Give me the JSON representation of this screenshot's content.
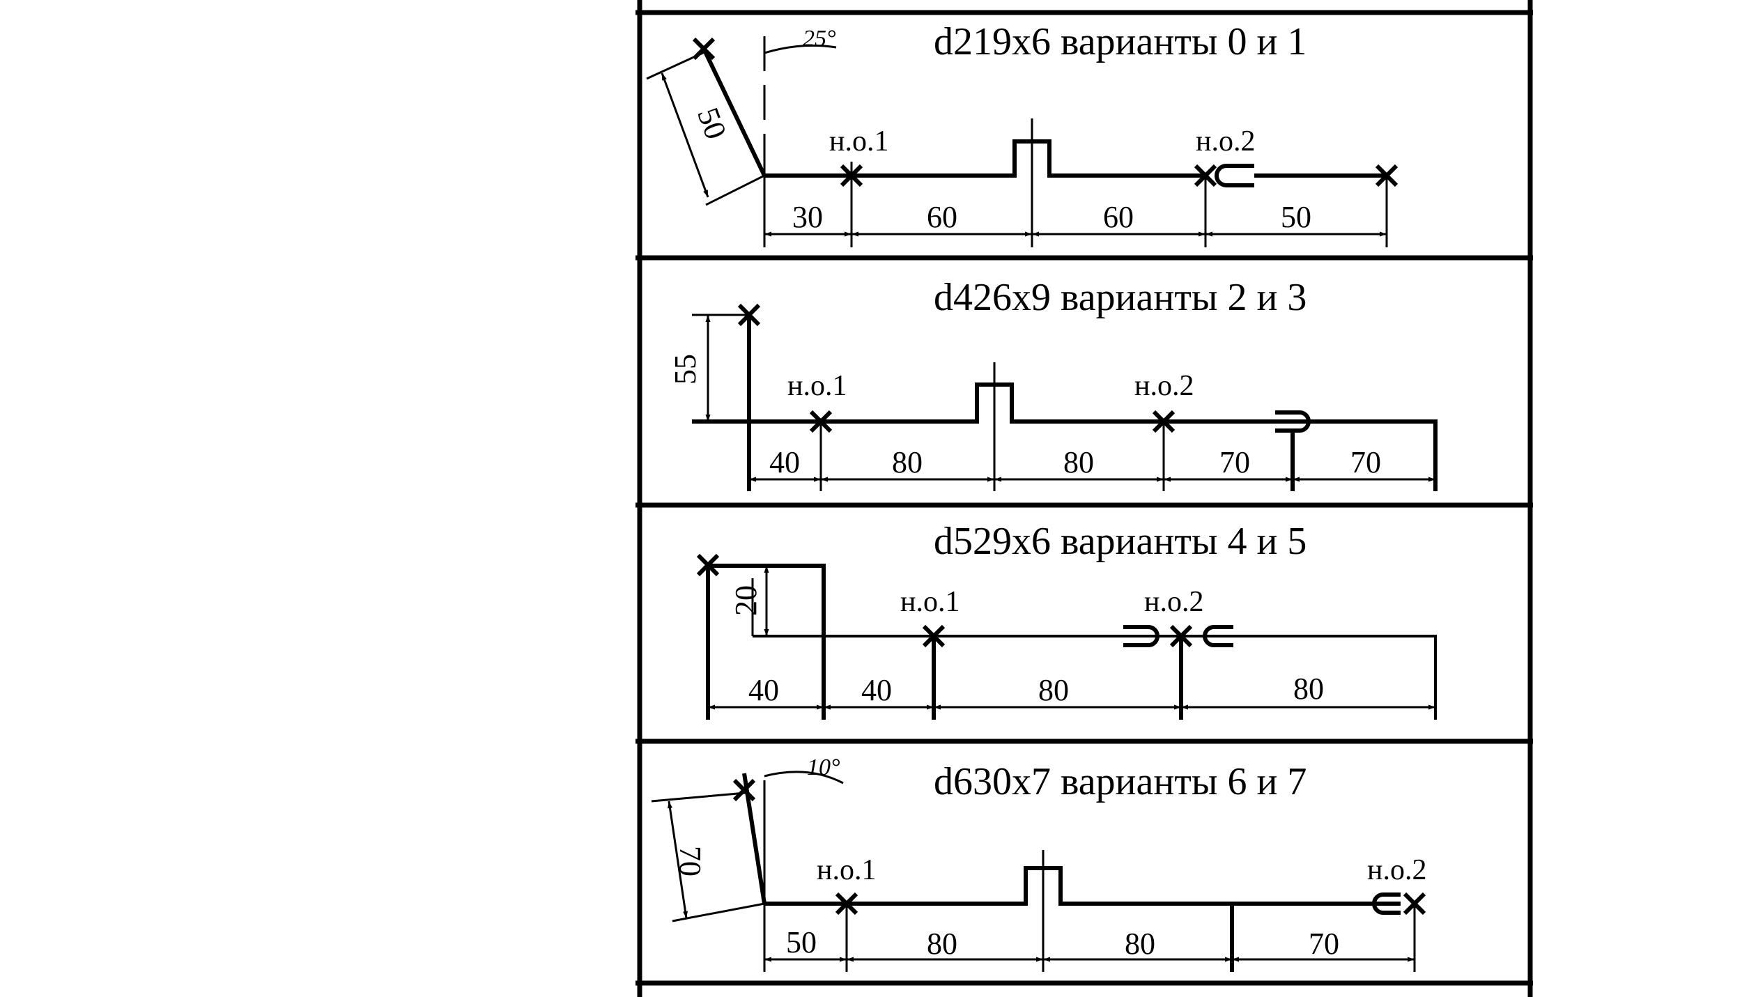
{
  "panels": [
    {
      "title": "d219x6 варианты 0 и 1",
      "angle": "25°",
      "side_dim": "50",
      "labels": [
        "н.о.1",
        "н.о.2"
      ],
      "dims": [
        "30",
        "60",
        "60",
        "50"
      ]
    },
    {
      "title": "d426x9 варианты 2 и 3",
      "side_dim": "55",
      "labels": [
        "н.о.1",
        "н.о.2"
      ],
      "dims": [
        "40",
        "80",
        "80",
        "70",
        "70"
      ]
    },
    {
      "title": "d529x6 варианты 4 и 5",
      "side_dim": "20",
      "labels": [
        "н.о.1",
        "н.о.2"
      ],
      "dims": [
        "40",
        "40",
        "80",
        "80"
      ]
    },
    {
      "title": "d630x7 варианты 6 и 7",
      "angle": "10°",
      "side_dim": "70",
      "labels": [
        "н.о.1",
        "н.о.2"
      ],
      "dims": [
        "50",
        "80",
        "80",
        "70"
      ]
    }
  ]
}
